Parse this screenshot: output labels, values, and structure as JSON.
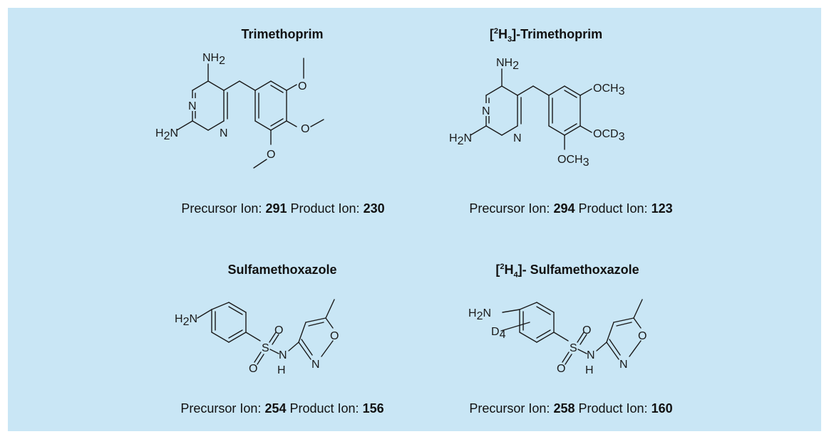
{
  "compounds": [
    {
      "name_main": "Trimethoprim",
      "caption": {
        "precursor_label": "Precursor Ion:",
        "precursor_value": "291",
        "product_label": "Product Ion:",
        "product_value": "230"
      },
      "atoms": {
        "nh2_top": "NH",
        "nh2_top_sub": "2",
        "n_upper": "N",
        "n_lower": "N",
        "h2n_h": "H",
        "h2n_sub": "2",
        "h2n_n": "N",
        "o1": "O",
        "o2": "O",
        "o3": "O"
      }
    },
    {
      "name_prefix_open": "[",
      "name_sup": "2",
      "name_h": "H",
      "name_sub": "3",
      "name_rest": "]-Trimethoprim",
      "caption": {
        "precursor_label": "Precursor Ion:",
        "precursor_value": "294",
        "product_label": "Product Ion:",
        "product_value": "123"
      },
      "atoms": {
        "nh2_top": "NH",
        "nh2_top_sub": "2",
        "n_upper": "N",
        "n_lower": "N",
        "h2n_h": "H",
        "h2n_sub": "2",
        "h2n_n": "N",
        "och3_top": "OCH",
        "och3_top_sub": "3",
        "ocd3": "OCD",
        "ocd3_sub": "3",
        "och3_bottom": "OCH",
        "och3_bottom_sub": "3"
      }
    },
    {
      "name_main": "Sulfamethoxazole",
      "caption": {
        "precursor_label": "Precursor Ion:",
        "precursor_value": "254",
        "product_label": "Product Ion:",
        "product_value": "156"
      },
      "atoms": {
        "h2n_h": "H",
        "h2n_sub": "2",
        "h2n_n": "N",
        "s": "S",
        "o_top": "O",
        "o_bottom": "O",
        "n_amide": "N",
        "h_amide": "H",
        "n_ring": "N",
        "o_ring": "O"
      }
    },
    {
      "name_prefix_open": "[",
      "name_sup": "2",
      "name_h": "H",
      "name_sub": "4",
      "name_rest": "]- Sulfamethoxazole",
      "caption": {
        "precursor_label": "Precursor Ion:",
        "precursor_value": "258",
        "product_label": "Product Ion:",
        "product_value": "160"
      },
      "atoms": {
        "h2n_h": "H",
        "h2n_sub": "2",
        "h2n_n": "N",
        "d": "D",
        "d_sub": "4",
        "s": "S",
        "o_top": "O",
        "o_bottom": "O",
        "n_amide": "N",
        "h_amide": "H",
        "n_ring": "N",
        "o_ring": "O"
      }
    }
  ]
}
